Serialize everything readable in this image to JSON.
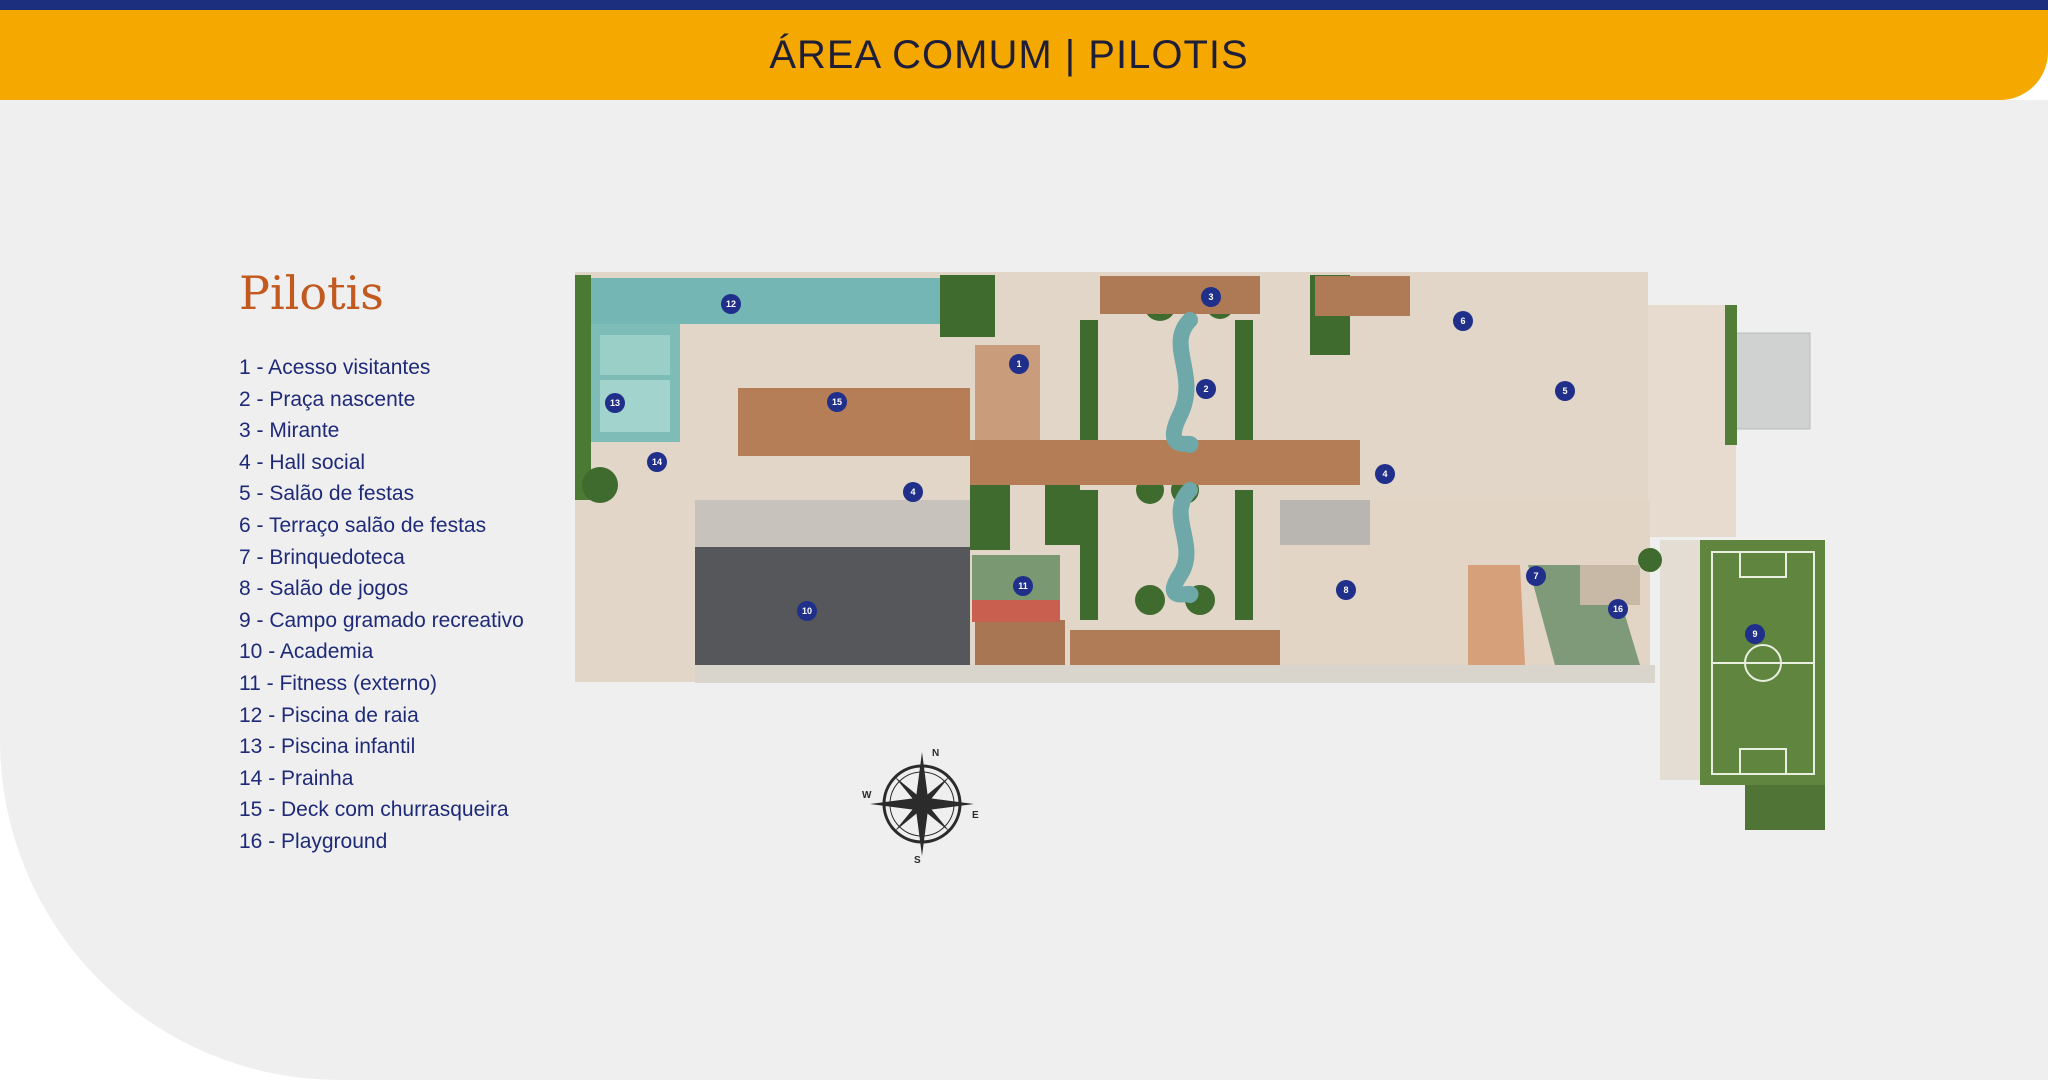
{
  "header": {
    "title": "ÁREA COMUM | PILOTIS"
  },
  "legend": {
    "title": "Pilotis",
    "items": [
      "1 - Acesso visitantes",
      "2 - Praça nascente",
      "3 - Mirante",
      "4 - Hall social",
      "5 - Salão de festas",
      "6 - Terraço salão de festas",
      "7 - Brinquedoteca",
      "8 - Salão de jogos",
      "9 - Campo gramado recreativo",
      "10 - Academia",
      "11 - Fitness (externo)",
      "12 - Piscina de raia",
      "13 - Piscina infantil",
      "14 - Prainha",
      "15 - Deck com churrasqueira",
      "16 - Playground"
    ]
  },
  "plan": {
    "markers": [
      "1",
      "2",
      "3",
      "4",
      "4",
      "5",
      "6",
      "7",
      "8",
      "9",
      "10",
      "11",
      "12",
      "13",
      "14",
      "15",
      "16"
    ]
  },
  "compass": {
    "n": "N",
    "s": "S",
    "e": "E",
    "w": "W"
  },
  "colors": {
    "navy": "#1c2f7e",
    "orange": "#f5a800",
    "rust": "#c2591f",
    "marker": "#1f2f8a"
  }
}
